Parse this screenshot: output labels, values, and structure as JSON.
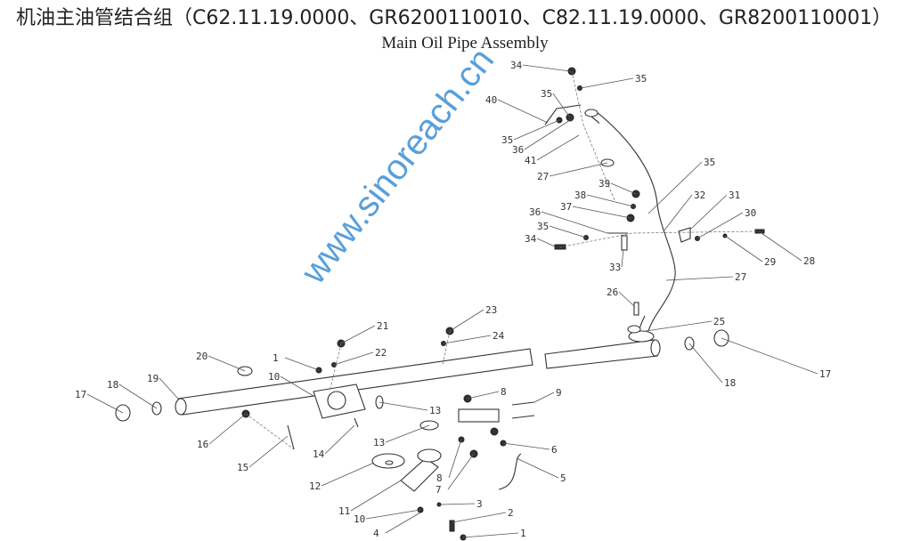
{
  "header": {
    "title_cn": "机油主油管结合组（C62.11.19.0000、GR6200110010、C82.11.19.0000、GR8200110001）",
    "title_en": "Main Oil Pipe Assembly"
  },
  "watermark": "www.sinoreach.cn",
  "callouts": [
    "34",
    "35",
    "40",
    "35",
    "35",
    "36",
    "41",
    "27",
    "35",
    "39",
    "38",
    "32",
    "31",
    "37",
    "36",
    "30",
    "35",
    "34",
    "29",
    "28",
    "33",
    "27",
    "26",
    "25",
    "23",
    "24",
    "21",
    "22",
    "20",
    "1",
    "10",
    "19",
    "18",
    "17",
    "13",
    "8",
    "9",
    "16",
    "15",
    "14",
    "13",
    "6",
    "12",
    "8",
    "7",
    "5",
    "11",
    "10",
    "3",
    "2",
    "4",
    "1",
    "18",
    "17"
  ]
}
